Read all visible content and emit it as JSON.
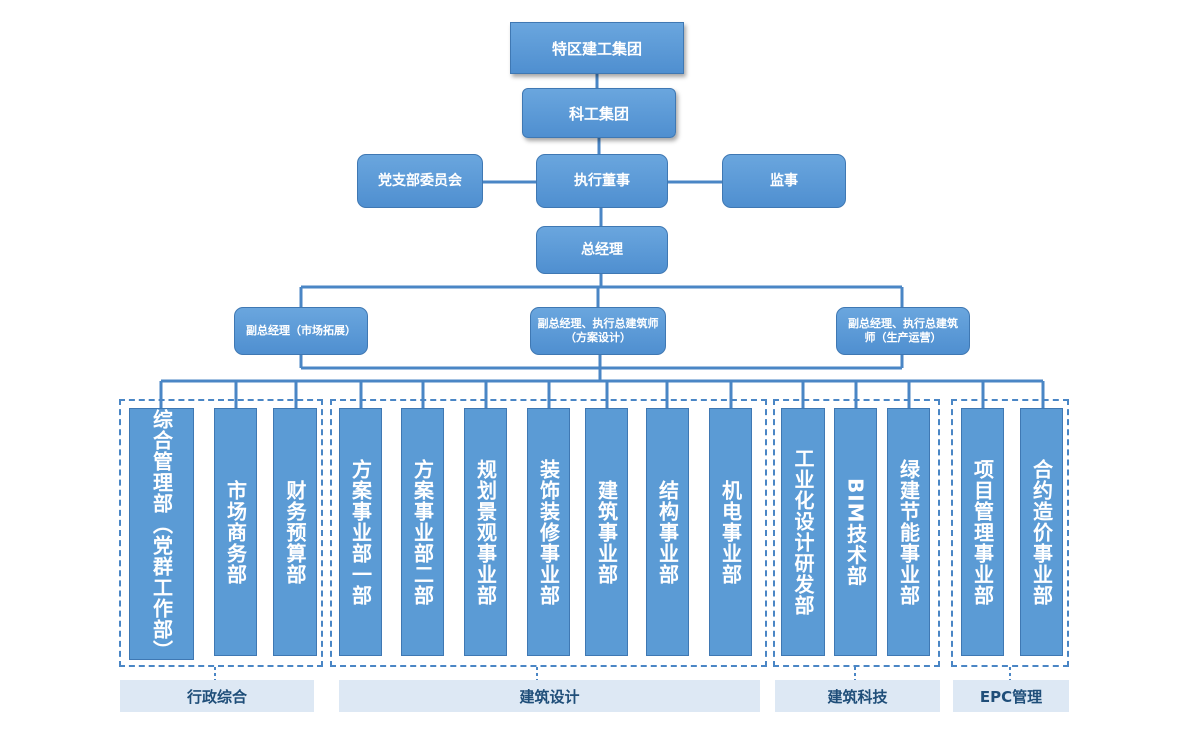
{
  "top": {
    "group_name": "特区建工集团",
    "sub_group": "科工集团",
    "party_committee": "党支部委员会",
    "executive_director": "执行董事",
    "supervisor": "监事",
    "general_manager": "总经理"
  },
  "deputies": [
    "副总经理（市场拓展）",
    "副总经理、执行总建筑师（方案设计）",
    "副总经理、执行总建筑师（生产运营）"
  ],
  "groups": [
    {
      "label": "行政综合",
      "departments": [
        "综合管理部（党群工作部）",
        "市场商务部",
        "财务预算部"
      ]
    },
    {
      "label": "建筑设计",
      "departments": [
        "方案事业部一部",
        "方案事业部二部",
        "规划景观事业部",
        "装饰装修事业部",
        "建筑事业部",
        "结构事业部",
        "机电事业部"
      ]
    },
    {
      "label": "建筑科技",
      "departments": [
        "工业化设计研发部",
        "BIM技术部",
        "绿建节能事业部"
      ]
    },
    {
      "label": "EPC管理",
      "departments": [
        "项目管理事业部",
        "合约造价事业部"
      ]
    }
  ]
}
